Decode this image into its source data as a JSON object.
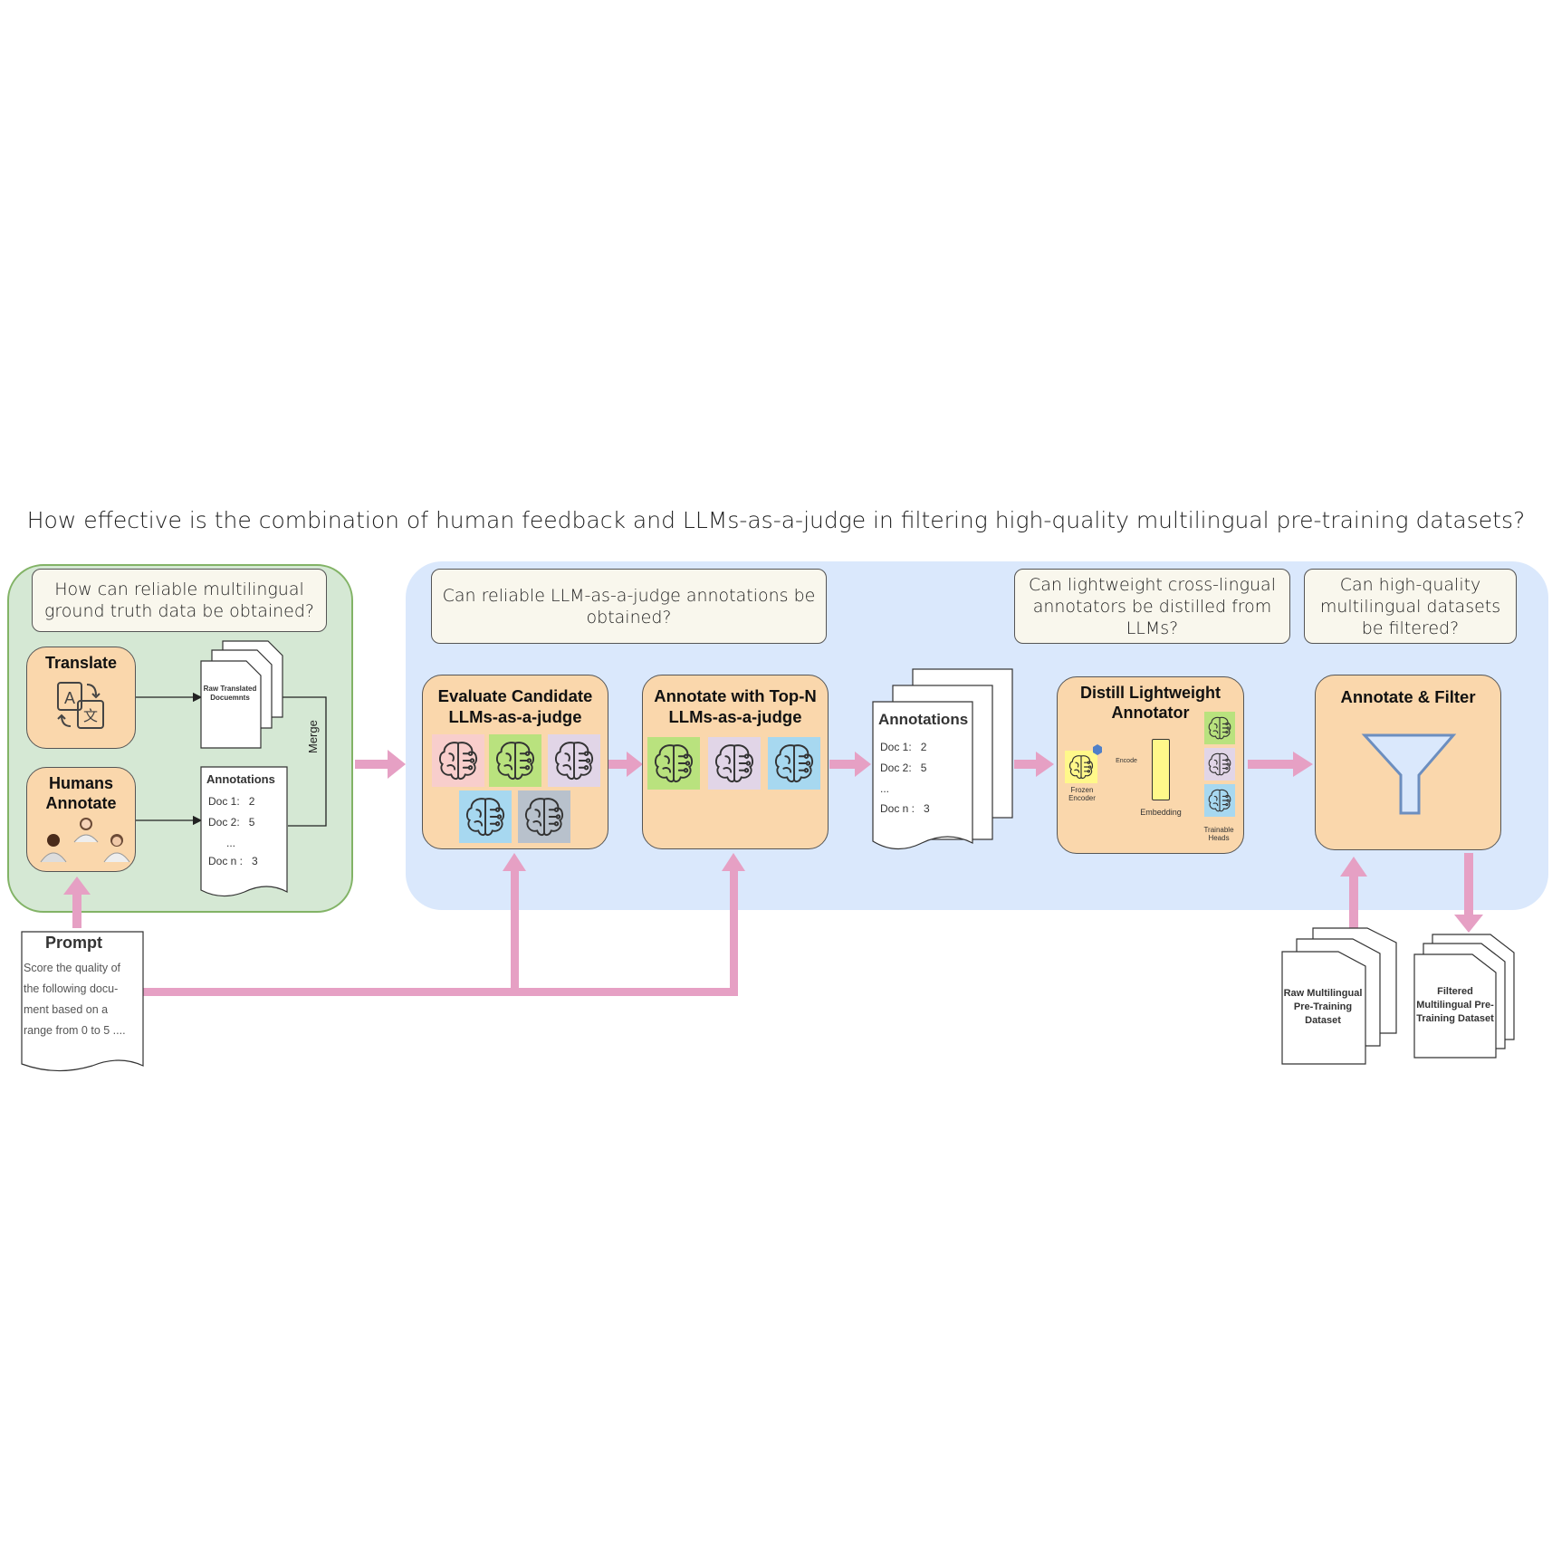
{
  "title": "How effective is the combination of human feedback  and LLMs-as-a-judge in filtering high-quality multilingual pre-training datasets?",
  "questions": {
    "q1": "How can reliable multilingual ground truth data be obtained?",
    "q2": "Can reliable LLM-as-a-judge annotations be obtained?",
    "q3": "Can lightweight cross-lingual annotators be distilled from LLMs?",
    "q4": "Can high-quality multilingual datasets be filtered?"
  },
  "translate": {
    "title": "Translate",
    "doc_label": "Raw Translated Docuemnts"
  },
  "humans": {
    "title": "Humans Annotate"
  },
  "merge_label": "Merge",
  "annotations_small": {
    "title": "Annotations",
    "rows": [
      {
        "doc": "Doc 1:",
        "score": "2"
      },
      {
        "doc": "Doc 2:",
        "score": "5"
      },
      {
        "doc": "...",
        "score": ""
      },
      {
        "doc": "Doc n :",
        "score": "3"
      }
    ]
  },
  "prompt": {
    "title": "Prompt",
    "lines": [
      "Score the quality of",
      "the following docu-",
      "ment based on a",
      "range from 0 to 5 ...."
    ]
  },
  "evaluate": {
    "title_line1": "Evaluate Candidate",
    "title_line2": "LLMs-as-a-judge"
  },
  "annotate_topn": {
    "title_line1": "Annotate with Top-N",
    "title_line2": "LLMs-as-a-judge"
  },
  "annotations_mid": {
    "title": "Annotations",
    "rows": [
      {
        "doc": "Doc 1:",
        "score": "2"
      },
      {
        "doc": "Doc 2:",
        "score": "5"
      },
      {
        "doc": "...",
        "score": ""
      },
      {
        "doc": "Doc n :",
        "score": "3"
      }
    ]
  },
  "distill": {
    "title_line1": "Distill Lightweight",
    "title_line2": "Annotator",
    "frozen_encoder": "Frozen Encoder",
    "encode": "Encode",
    "embedding": "Embedding",
    "trainable_heads": "Trainable Heads"
  },
  "annotate_filter": {
    "title": "Annotate & Filter"
  },
  "raw_dataset": "Raw Multilingual Pre-Training Dataset",
  "filtered_dataset": "Filtered Multilingual Pre-Training Dataset",
  "colors": {
    "green_panel": "#d5e8d4",
    "blue_panel": "#dae8fc",
    "orange_box": "#fad7ac",
    "arrow_pink": "#e6a0c4",
    "brain_red": "#f8cecc",
    "brain_green": "#b9e27e",
    "brain_purple": "#e1d5e7",
    "brain_blue": "#a7d8f0",
    "brain_gray": "#b8c1cc"
  }
}
